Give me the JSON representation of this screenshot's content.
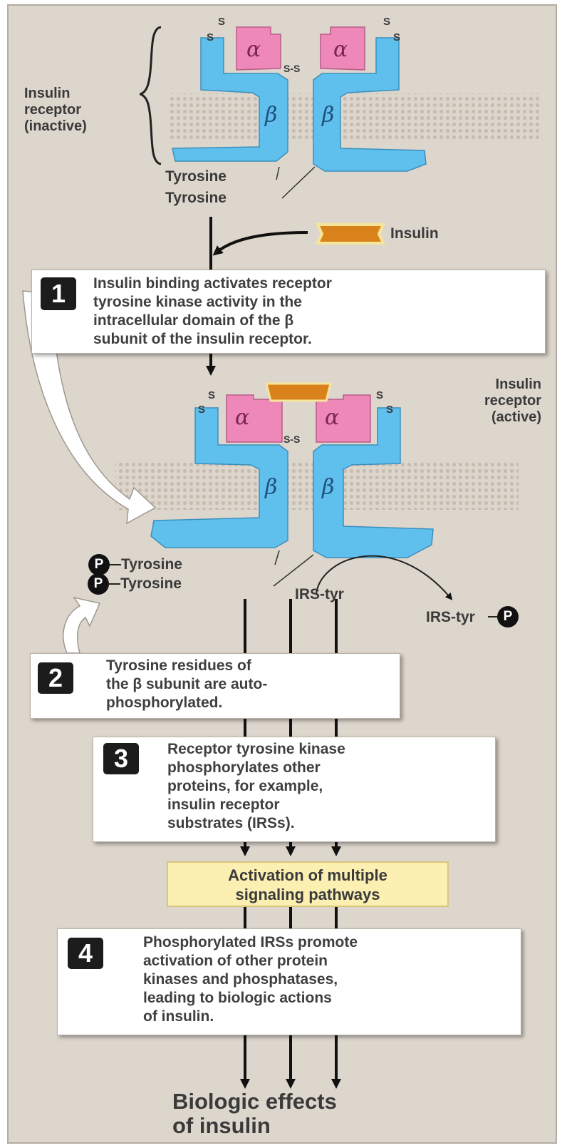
{
  "receptor_inactive_label": "Insulin\nreceptor\n(inactive)",
  "receptor_active_label": "Insulin\nreceptor\n(active)",
  "tyrosine_label": "Tyrosine",
  "insulin_label": "Insulin",
  "alpha_symbol": "α",
  "beta_symbol": "β",
  "disulfide_s": "S",
  "disulfide_ss": "S-S",
  "phosphate_symbol": "P",
  "irs_tyr_label": "IRS-tyr",
  "steps": [
    {
      "number": "1",
      "text": "Insulin binding activates receptor\ntyrosine kinase activity in the\nintracellular domain of the β\nsubunit of the insulin receptor."
    },
    {
      "number": "2",
      "text": "Tyrosine residues of\nthe β subunit are auto-\nphosphorylated."
    },
    {
      "number": "3",
      "text": "Receptor tyrosine kinase\nphosphorylates other\nproteins, for example,\ninsulin receptor\nsubstrates (IRSs)."
    },
    {
      "number": "4",
      "text": "Phosphorylated IRSs promote\nactivation of other protein\nkinases and phosphatases,\nleading to biologic actions\nof insulin."
    }
  ],
  "activation_box": "Activation of multiple\nsignaling pathways",
  "final_label": "Biologic effects\nof insulin",
  "colors": {
    "background": "#ddd6cc",
    "beta_subunit": "#5fc0ee",
    "alpha_subunit": "#ee88b8",
    "insulin": "#d9821c",
    "activation_fill": "#fbefb2",
    "membrane": "#c9bfb3"
  }
}
